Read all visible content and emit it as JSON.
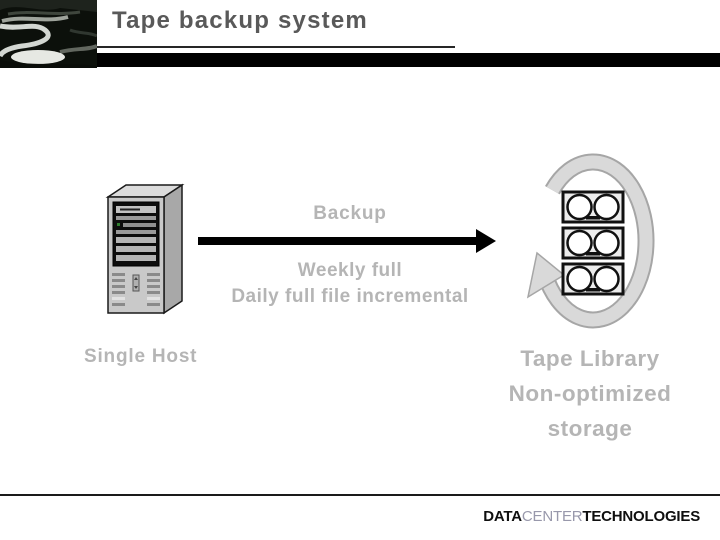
{
  "header": {
    "title": "Tape backup system",
    "title_color": "#595959",
    "decor": [
      "corner-photo",
      "black-accent-bar",
      "title-underline"
    ]
  },
  "diagram": {
    "source": {
      "icon": "server-tower-icon",
      "label": "Single Host"
    },
    "flow": {
      "icon": "right-arrow",
      "label": "Backup",
      "schedule_line1": "Weekly full",
      "schedule_line2": "Daily full file incremental"
    },
    "target": {
      "icon": "tape-library-icon",
      "label_lines": [
        "Tape Library",
        "Non-optimized",
        "storage"
      ]
    }
  },
  "footer": {
    "logo_part1": "DATA",
    "logo_part2": "CENTER",
    "logo_part3": "TECHNOLOGIES"
  },
  "colors": {
    "title_text": "#595959",
    "muted_text": "#b5b5b5",
    "arrow": "#000000",
    "accent_bar": "#000000",
    "library_arrow_fill": "#d9d9d9",
    "library_arrow_outline": "#a6a6a6",
    "cartridge_outline": "#111111",
    "logo_center_color": "#9898ab",
    "led_green": "#2f7d2f"
  }
}
